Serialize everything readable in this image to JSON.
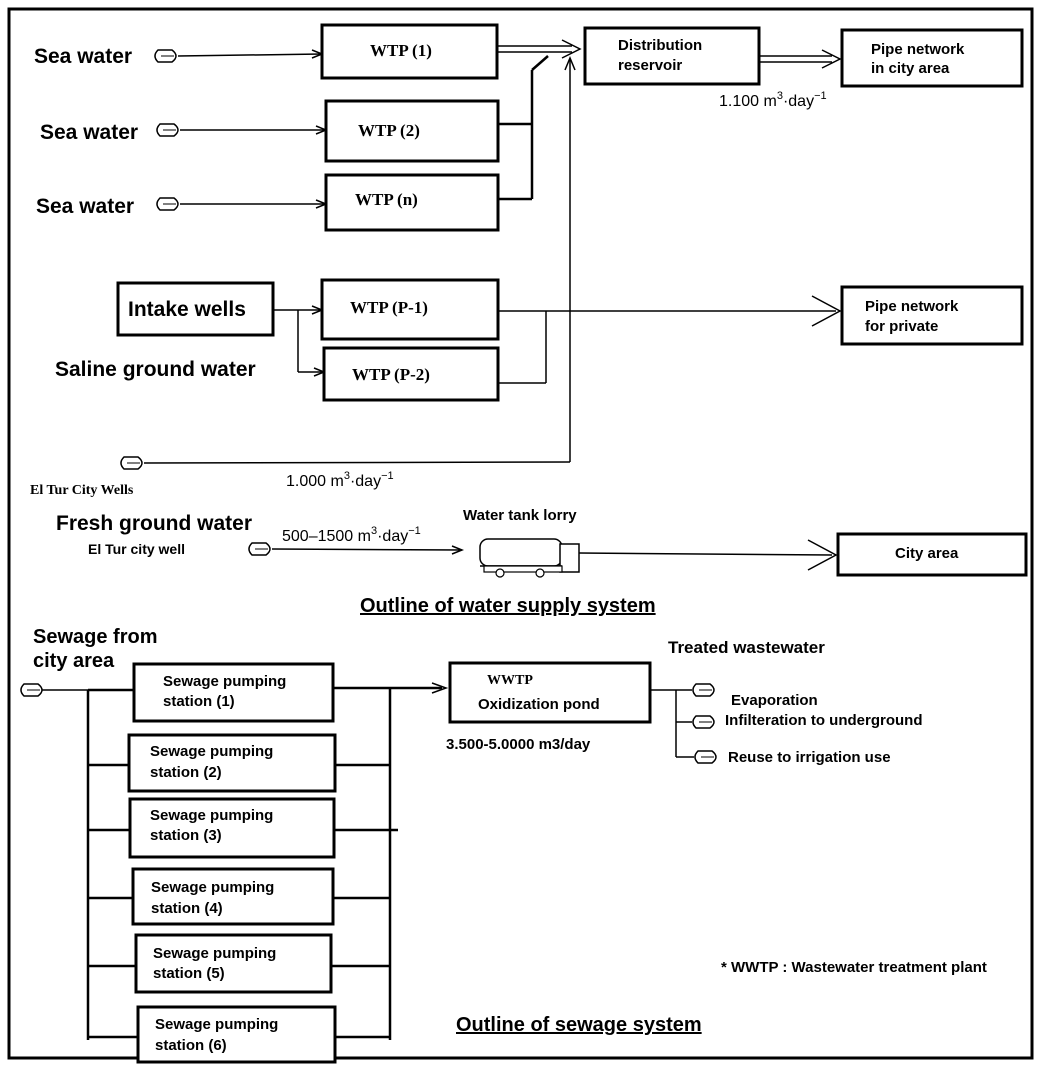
{
  "water": {
    "sources": {
      "sea_water_1": "Sea water",
      "sea_water_2": "Sea water",
      "sea_water_3": "Sea water",
      "intake_wells": "Intake wells",
      "saline_ground_water": "Saline ground water",
      "el_tur_city_wells": "El Tur City Wells",
      "fresh_ground_water": "Fresh ground water",
      "el_tur_city_well": "El Tur city well"
    },
    "plants": {
      "wtp_1": "WTP (1)",
      "wtp_2": "WTP (2)",
      "wtp_n": "WTP (n)",
      "wtp_p1": "WTP (P-1)",
      "wtp_p2": "WTP (P-2)"
    },
    "distribution_reservoir": {
      "line1": "Distribution",
      "line2": "reservoir"
    },
    "pipe_city": {
      "line1": "Pipe network",
      "line2": "in city area"
    },
    "pipe_private": {
      "line1": "Pipe network",
      "line2": "for private"
    },
    "city_area": "City area",
    "water_tank_lorry": "Water tank lorry",
    "flows": {
      "city_pipe": {
        "value": "1.100 m",
        "sup": "3",
        "unit": "·day",
        "exp": "−1"
      },
      "city_wells": {
        "value": "1.000 m",
        "sup": "3",
        "unit": "·day",
        "exp": "−1"
      },
      "lorry": {
        "value": "500–1500 m",
        "sup": "3",
        "unit": "·day",
        "exp": "−1"
      }
    },
    "title": "Outline of water supply system"
  },
  "sewage": {
    "source": {
      "line1": "Sewage from",
      "line2": "city area"
    },
    "stations": [
      {
        "line1": "Sewage pumping",
        "line2": "station (1)"
      },
      {
        "line1": "Sewage pumping",
        "line2": "station (2)"
      },
      {
        "line1": "Sewage pumping",
        "line2": "station (3)"
      },
      {
        "line1": "Sewage pumping",
        "line2": "station (4)"
      },
      {
        "line1": "Sewage pumping",
        "line2": "station (5)"
      },
      {
        "line1": "Sewage pumping",
        "line2": "station (6)"
      }
    ],
    "wwtp": {
      "line1": "WWTP",
      "line2": "Oxidization pond"
    },
    "capacity": "3.500-5.0000 m3/day",
    "treated_wastewater": "Treated wastewater",
    "outputs": {
      "evaporation": "Evaporation",
      "infiltration": "Infilteration to underground",
      "reuse": "Reuse to irrigation use"
    },
    "footnote": "* WWTP : Wastewater treatment plant",
    "title": "Outline of sewage system"
  }
}
